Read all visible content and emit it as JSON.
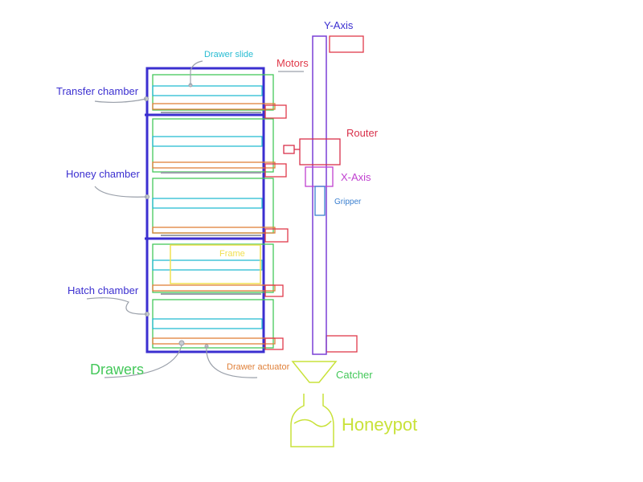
{
  "labels": {
    "drawer_slide": "Drawer slide",
    "motors": "Motors",
    "y_axis": "Y-Axis",
    "router": "Router",
    "x_axis": "X-Axis",
    "gripper": "Gripper",
    "transfer_chamber": "Transfer chamber",
    "honey_chamber": "Honey chamber",
    "hatch_chamber": "Hatch chamber",
    "frame": "Frame",
    "drawers": "Drawers",
    "drawer_actuator": "Drawer actuator",
    "catcher": "Catcher",
    "honeypot": "Honeypot"
  },
  "colors": {
    "chamber_outline": "#3b2fd0",
    "drawer": "#44c85a",
    "drawer_slide": "#28bcd2",
    "actuator": "#e0813a",
    "motor": "#e03a4a",
    "y_axis": "#7a3fd6",
    "router": "#d8304a",
    "x_axis": "#c040d0",
    "gripper": "#3a7fd0",
    "frame": "#f0e050",
    "catcher": "#c9e23a",
    "honeypot": "#c9e23a",
    "leader": "#9aa0aa"
  }
}
